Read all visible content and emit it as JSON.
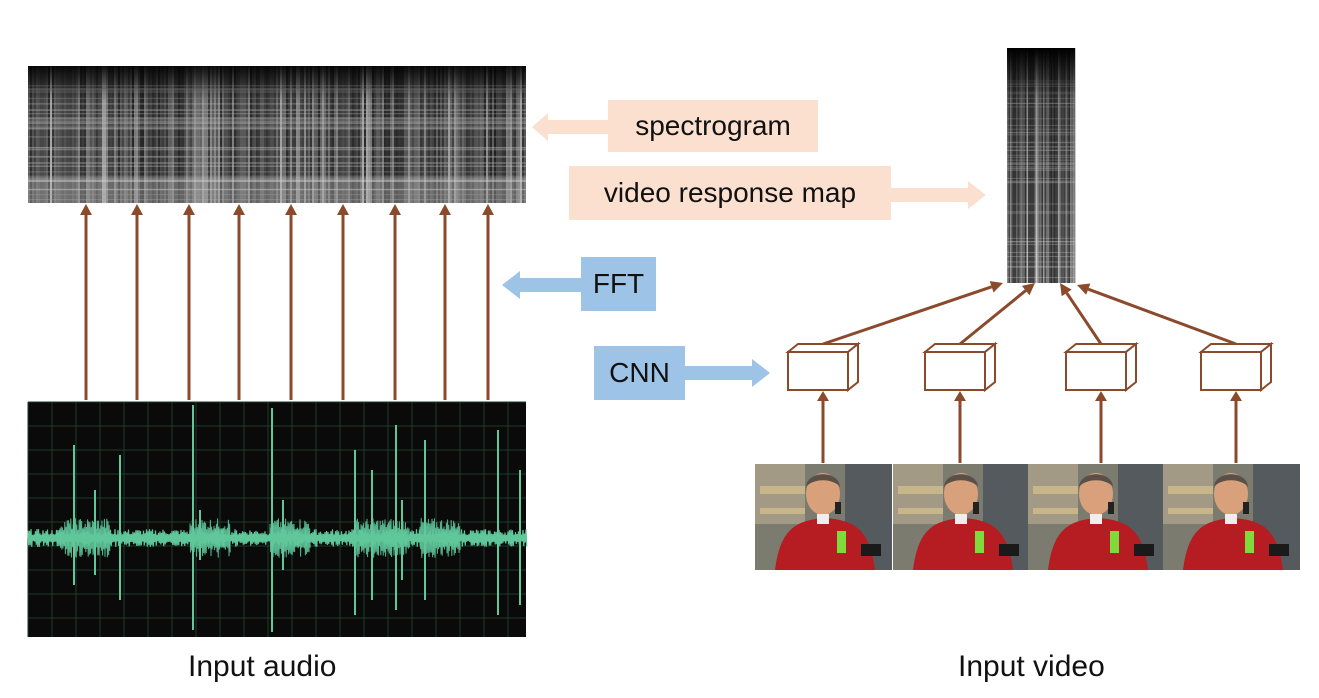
{
  "labels": {
    "spectrogram": "spectrogram",
    "video_response_map": "video response map",
    "fft": "FFT",
    "cnn": "CNN",
    "input_audio": "Input audio",
    "input_video": "Input video"
  },
  "colors": {
    "arrow_brown": "#8b4a2b",
    "peach": "#fbe0cf",
    "blue": "#9dc3e6",
    "wave_green": "#5fc79a",
    "scope_bg": "#0a0a0a",
    "grid_green": "#1f3a2c",
    "shirt_red": "#b51d22",
    "badge_green": "#7ddc3c"
  },
  "icons": [
    "spectrogram-image",
    "waveform-image",
    "video-frame-image",
    "cnn-block-icon"
  ]
}
